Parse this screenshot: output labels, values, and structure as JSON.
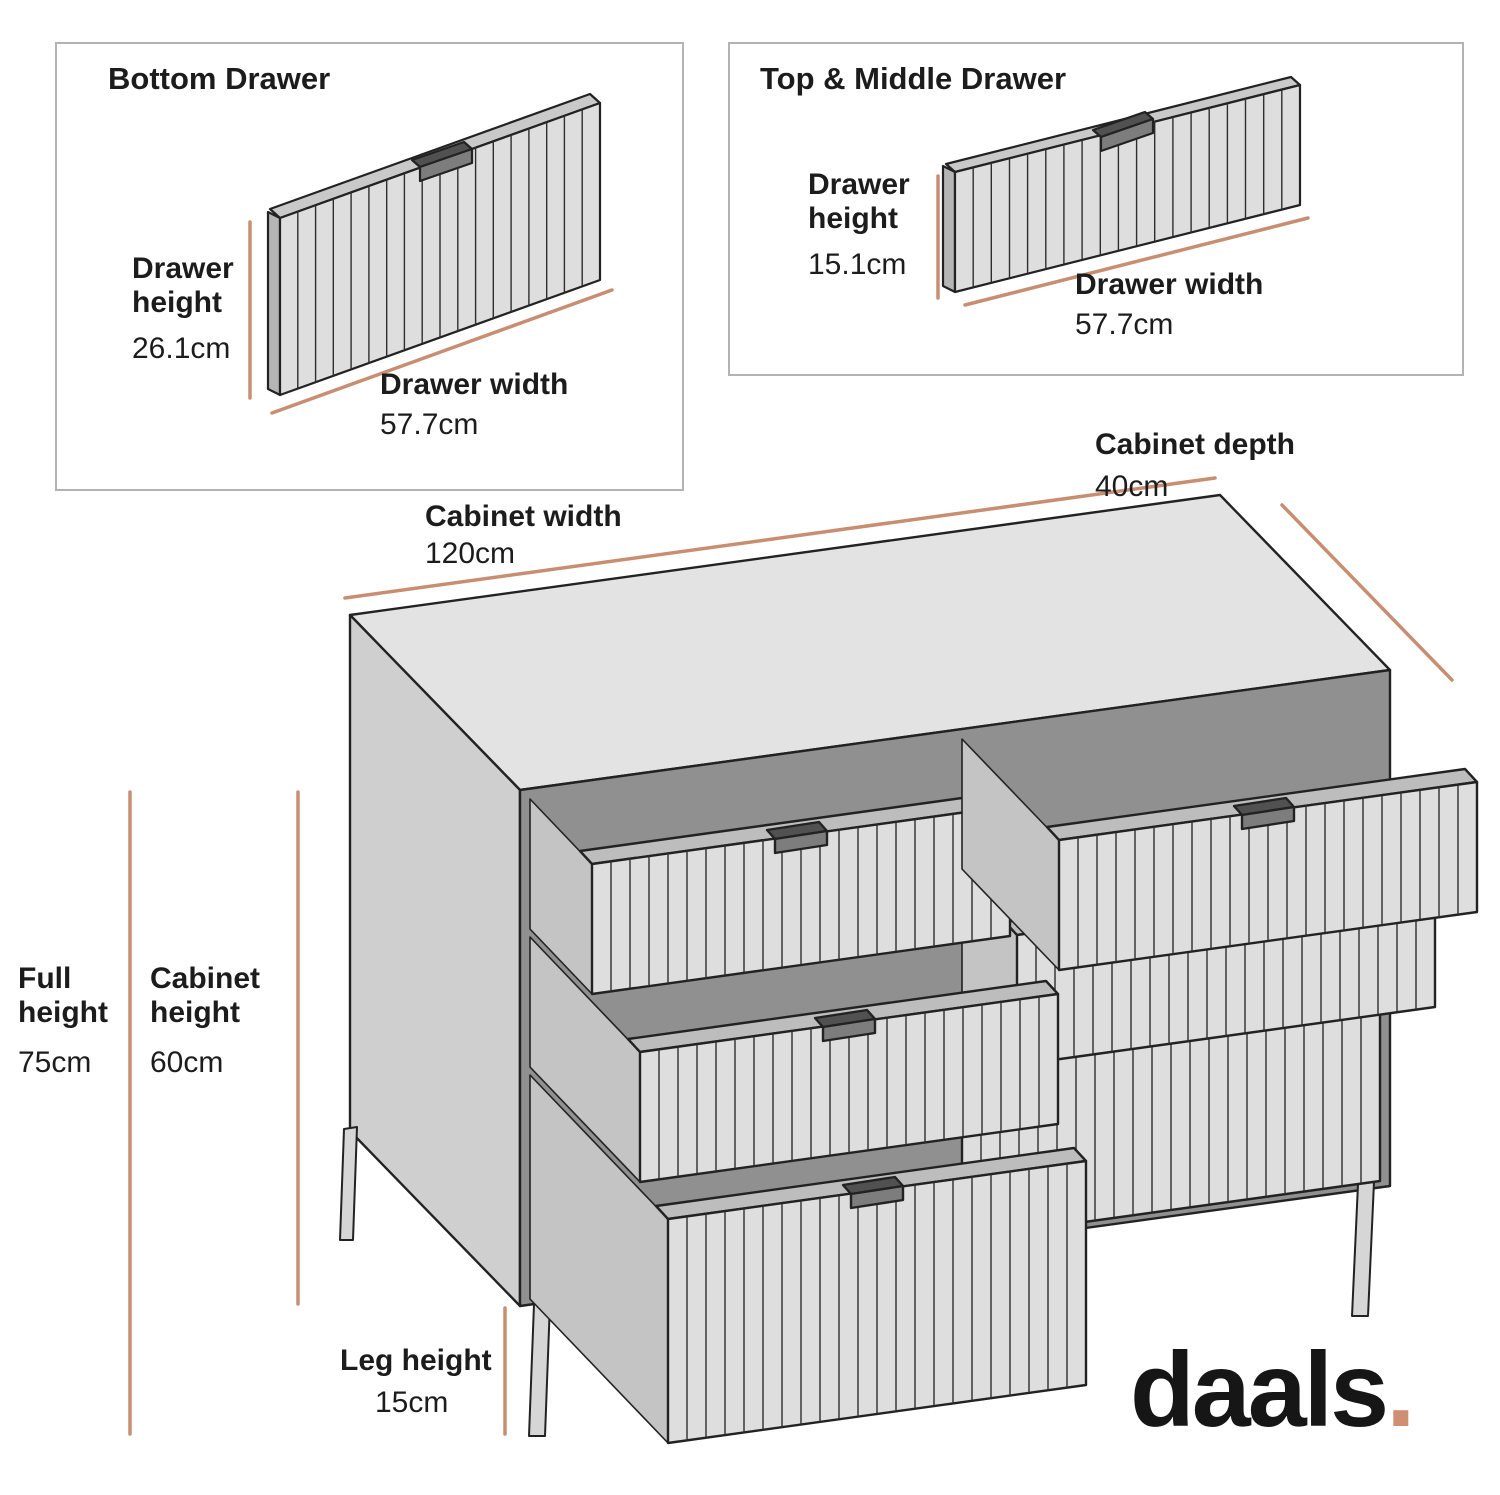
{
  "insets": {
    "bottom_drawer": {
      "title": "Bottom Drawer",
      "height_label": "Drawer height",
      "height_value": "26.1cm",
      "width_label": "Drawer width",
      "width_value": "57.7cm"
    },
    "top_middle_drawer": {
      "title": "Top & Middle Drawer",
      "height_label": "Drawer height",
      "height_value": "15.1cm",
      "width_label": "Drawer width",
      "width_value": "57.7cm"
    }
  },
  "dimensions": {
    "cabinet_depth": {
      "label": "Cabinet depth",
      "value": "40cm"
    },
    "cabinet_width": {
      "label": "Cabinet width",
      "value": "120cm"
    },
    "full_height": {
      "label": "Full height",
      "value": "75cm"
    },
    "cabinet_height": {
      "label": "Cabinet height",
      "value": "60cm"
    },
    "leg_height": {
      "label": "Leg height",
      "value": "15cm"
    }
  },
  "brand": {
    "name": "daals",
    "dot": "."
  },
  "colors": {
    "accent": "#c88e72",
    "line": "#222222",
    "panel_fill": "#dedede"
  }
}
